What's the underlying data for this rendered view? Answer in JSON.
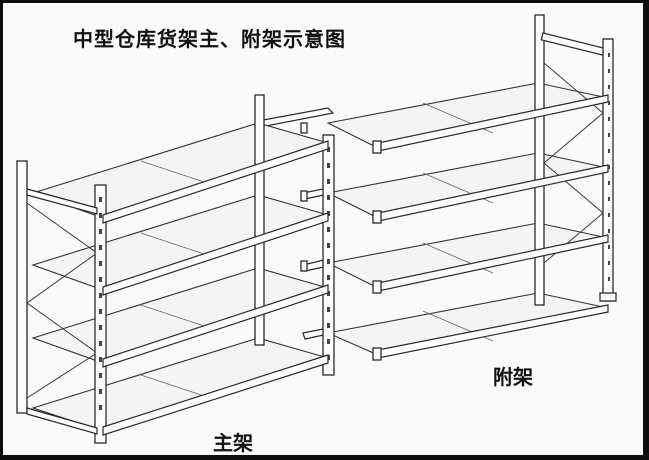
{
  "title": "中型仓库货架主、附架示意图",
  "labels": {
    "main_rack": "主架",
    "aux_rack": "附架"
  },
  "main_rack": {
    "levels": 4
  },
  "aux_rack": {
    "levels": 4
  }
}
